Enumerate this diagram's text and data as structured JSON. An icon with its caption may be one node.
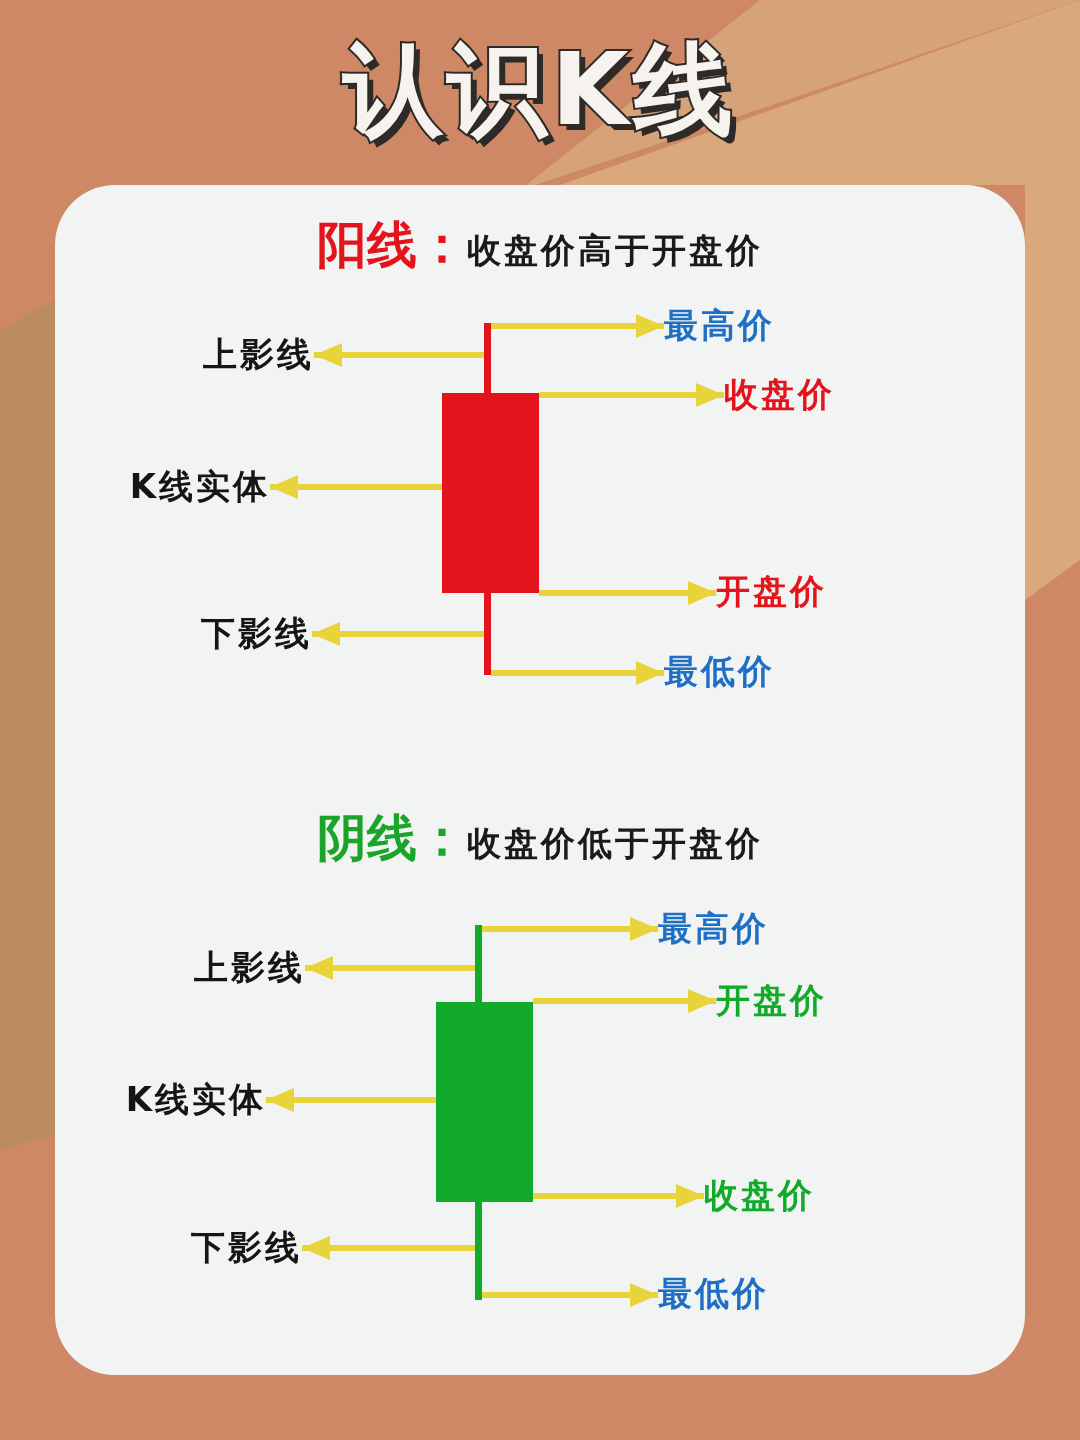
{
  "diagram": {
    "title": "认识K线",
    "nodes": [
      {
        "text": [],
        "shape": "bar"
      },
      {
        "text": [],
        "shape": "box"
      },
      {
        "text": [],
        "shape": "bar"
      },
      {
        "text": [
          "上影线"
        ]
      },
      {
        "text": [
          "最高价"
        ]
      },
      {
        "text": [
          "收盘价"
        ]
      },
      {
        "text": [
          "K线实体"
        ]
      },
      {
        "text": [
          "开盘价"
        ]
      },
      {
        "text": [
          "下影线"
        ]
      },
      {
        "text": [
          "最低价"
        ]
      },
      {
        "text": [],
        "shape": "bar"
      },
      {
        "text": [],
        "shape": "box"
      },
      {
        "text": [],
        "shape": "bar"
      },
      {
        "text": [
          "上影线"
        ]
      },
      {
        "text": [
          "最高价"
        ]
      },
      {
        "text": [
          "开盘价"
        ]
      },
      {
        "text": [
          "K线实体"
        ]
      },
      {
        "text": [
          "收盘价"
        ]
      },
      {
        "text": [
          "下影线"
        ]
      },
      {
        "text": [
          "最低价"
        ]
      }
    ],
    "edges": [
      {
        "from": 0,
        "to": 4,
        "arrow": "to"
      },
      {
        "from": 1,
        "to": 5,
        "arrow": "to"
      },
      {
        "from": 1,
        "to": 7,
        "arrow": "to"
      },
      {
        "from": 2,
        "to": 9,
        "arrow": "to"
      },
      {
        "from": 0,
        "to": 3,
        "arrow": "to"
      },
      {
        "from": 1,
        "to": 6,
        "arrow": "to"
      },
      {
        "from": 2,
        "to": 8,
        "arrow": "to"
      },
      {
        "from": 10,
        "to": 14,
        "arrow": "to"
      },
      {
        "from": 11,
        "to": 15,
        "arrow": "to"
      },
      {
        "from": 11,
        "to": 17,
        "arrow": "to"
      },
      {
        "from": 12,
        "to": 19,
        "arrow": "to"
      },
      {
        "from": 10,
        "to": 13,
        "arrow": "to"
      },
      {
        "from": 11,
        "to": 16,
        "arrow": "to"
      },
      {
        "from": 12,
        "to": 18,
        "arrow": "to"
      }
    ],
    "labels": [
      "阳线：",
      "收盘价高于开盘价",
      "阴线：",
      "收盘价低于开盘价"
    ]
  }
}
